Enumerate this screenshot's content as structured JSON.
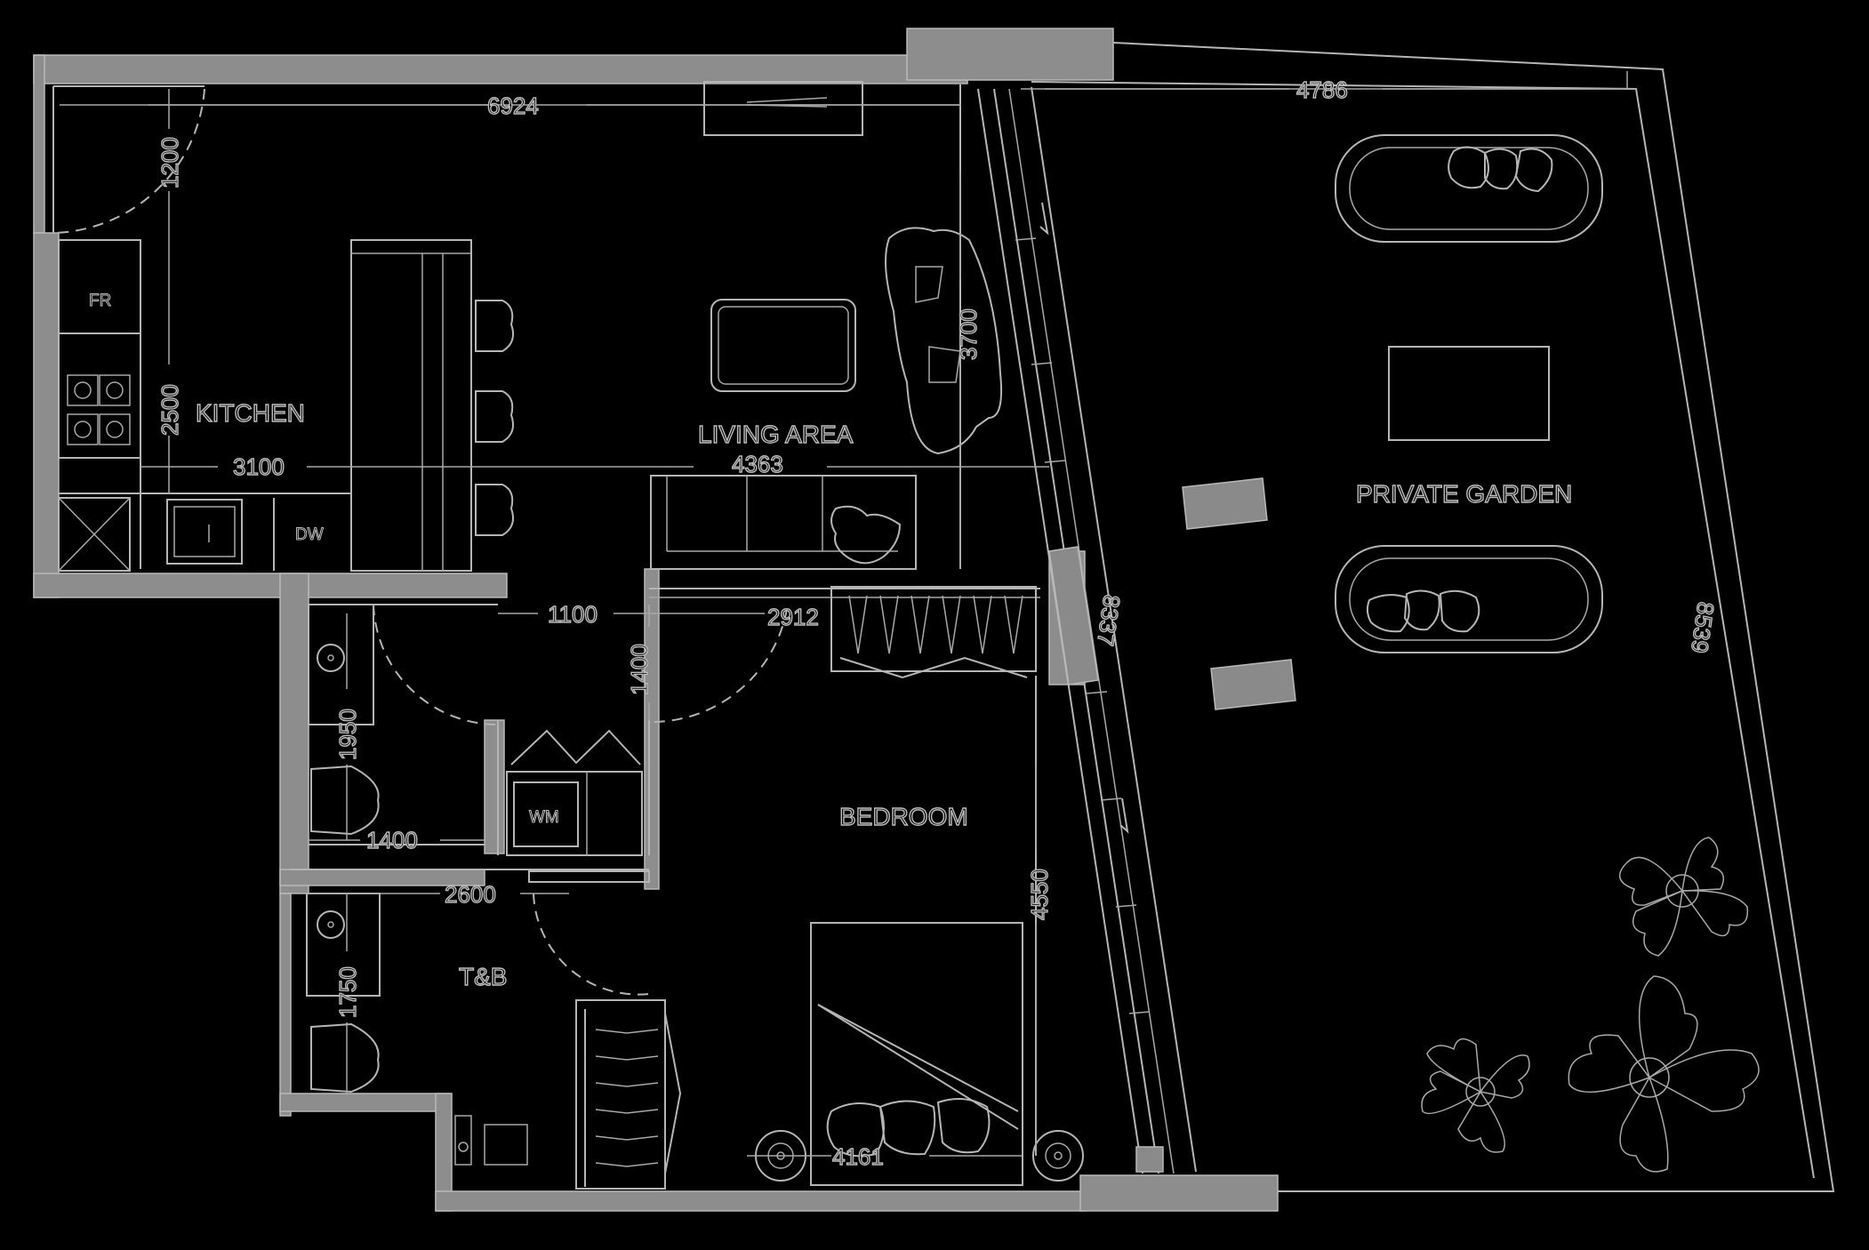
{
  "rooms": {
    "kitchen": "KITCHEN",
    "living_area": "LIVING AREA",
    "private_garden": "PRIVATE GARDEN",
    "bedroom": "BEDROOM",
    "tnb": "T&B"
  },
  "fixtures": {
    "fridge": "FR",
    "dishwasher": "DW",
    "washing_machine": "WM"
  },
  "dimensions": {
    "d6924": "6924",
    "d4786": "4786",
    "d1200": "1200",
    "d2500": "2500",
    "d3100": "3100",
    "d4363": "4363",
    "d3700": "3700",
    "d1100": "1100",
    "d2912": "2912",
    "d1400v": "1400",
    "d1950": "1950",
    "d1400h": "1400",
    "d2600": "2600",
    "d1750": "1750",
    "d4550": "4550",
    "d4161": "4161",
    "d8337": "8337",
    "d8539": "8539"
  }
}
